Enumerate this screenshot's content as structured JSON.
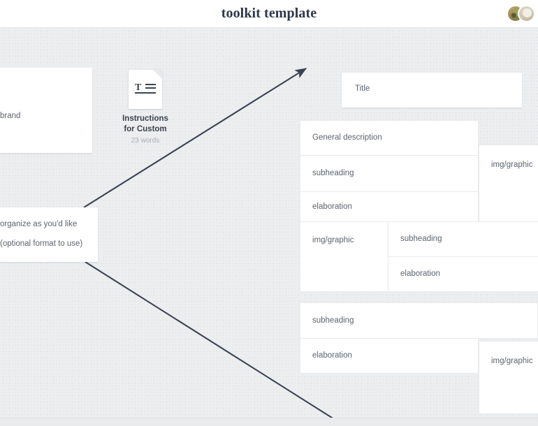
{
  "header": {
    "title": "toolkit template",
    "avatars": [
      {
        "name": "avatar-user-1"
      },
      {
        "name": "avatar-user-2"
      }
    ]
  },
  "canvas": {
    "background_color": "#eceeef",
    "nodes": {
      "brand_card": {
        "text": "brand"
      },
      "organize_card": {
        "line_1": "organize as you'd like",
        "line_2": "(optional format to use)"
      },
      "instructions_doc": {
        "icon": "text-document-icon",
        "label_line_1": "Instructions",
        "label_line_2": "for Custom",
        "word_count": "23 words"
      },
      "title_card": {
        "text": "Title"
      }
    },
    "table_one": {
      "cells": {
        "general_description": "General description",
        "subheading_1": "subheading",
        "elaboration_1": "elaboration",
        "img_graphic_1": "img/graphic",
        "img_graphic_2": "img/graphic",
        "subheading_2": "subheading",
        "elaboration_2": "elaboration"
      }
    },
    "table_two": {
      "cells": {
        "subheading_3": "subheading",
        "elaboration_3": "elaboration",
        "img_graphic_3": "img/graphic"
      }
    },
    "connectors": [
      {
        "name": "arrow-organize-to-title",
        "has_arrowhead": true
      },
      {
        "name": "line-organize-to-lower-right",
        "has_arrowhead": false
      }
    ],
    "connector_color": "#3a4352"
  }
}
